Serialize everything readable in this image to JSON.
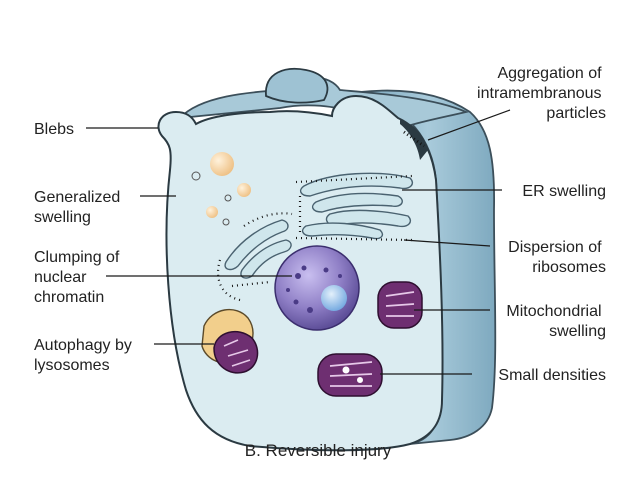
{
  "caption": "B. Reversible injury",
  "labels_left": {
    "blebs": [
      "Blebs"
    ],
    "generalized_swelling": [
      "Generalized",
      "swelling"
    ],
    "clumping": [
      "Clumping of",
      "nuclear",
      "chromatin"
    ],
    "autophagy": [
      "Autophagy by",
      "lysosomes"
    ]
  },
  "labels_right": {
    "aggregation": [
      "Aggregation of",
      "intramembranous",
      "particles"
    ],
    "er_swelling": [
      "ER swelling"
    ],
    "dispersion": [
      "Dispersion of",
      "ribosomes"
    ],
    "mitochondrial": [
      "Mitochondrial",
      "swelling"
    ],
    "small_densities": [
      "Small densities"
    ]
  },
  "colors": {
    "cytoplasm": "#dbecf1",
    "membrane_side": "#8fb6c9",
    "nucleus": "#8f7fc6",
    "nucleolus": "#7fb2e6",
    "mitochondria": "#6e2f71",
    "lysosome": "#f2cf8c",
    "fat_droplets": "#f4cf96"
  }
}
